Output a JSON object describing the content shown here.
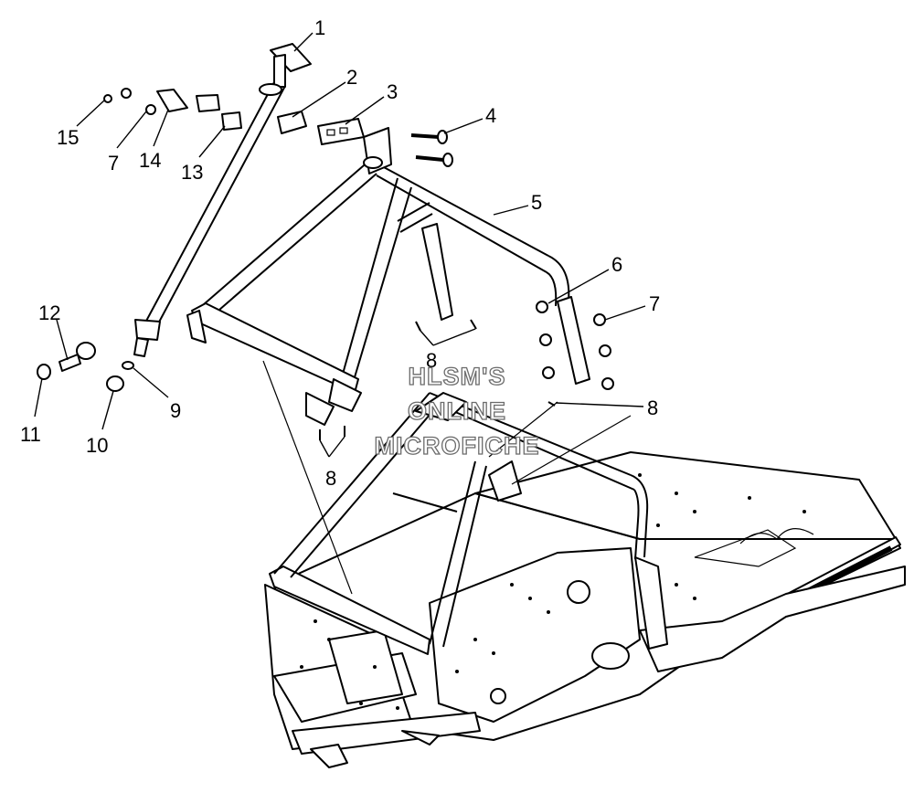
{
  "callouts": [
    {
      "id": "c1",
      "label": "1"
    },
    {
      "id": "c2",
      "label": "2"
    },
    {
      "id": "c3",
      "label": "3"
    },
    {
      "id": "c4",
      "label": "4"
    },
    {
      "id": "c5",
      "label": "5"
    },
    {
      "id": "c6",
      "label": "6"
    },
    {
      "id": "c7a",
      "label": "7"
    },
    {
      "id": "c7b",
      "label": "7"
    },
    {
      "id": "c8a",
      "label": "8"
    },
    {
      "id": "c8b",
      "label": "8"
    },
    {
      "id": "c8c",
      "label": "8"
    },
    {
      "id": "c9",
      "label": "9"
    },
    {
      "id": "c10",
      "label": "10"
    },
    {
      "id": "c11",
      "label": "11"
    },
    {
      "id": "c12",
      "label": "12"
    },
    {
      "id": "c13",
      "label": "13"
    },
    {
      "id": "c14",
      "label": "14"
    },
    {
      "id": "c15",
      "label": "15"
    }
  ],
  "watermark": {
    "line1": "HLSM'S",
    "line2": "ONLINE",
    "line3": "MICROFICHE"
  }
}
